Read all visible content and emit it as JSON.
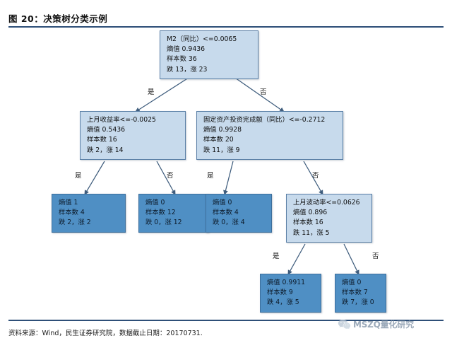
{
  "figure": {
    "title": "图 20：决策树分类示例",
    "source_note": "资料来源：Wind，民生证券研究院，数据截止日期：20170731."
  },
  "watermark": {
    "icon": "wechat-icon",
    "text": "MSZQ量化研究"
  },
  "colors": {
    "rule": "#2e4f78",
    "decision_node_fill": "#c7daec",
    "leaf_node_fill": "#4f8fc4",
    "node_border": "#5a7fa6",
    "edge": "#4a6party"
  },
  "chart_data": {
    "type": "diagram",
    "diagram_kind": "decision-tree",
    "title": "决策树分类示例",
    "labels": {
      "yes": "是",
      "no": "否"
    },
    "nodes": [
      {
        "id": "root",
        "kind": "decision",
        "condition": "M2（同比）<=0.0065",
        "entropy_line": "熵值 0.9436",
        "samples_line": "样本数 36",
        "counts_line": "跌 13，涨 23",
        "entropy": 0.9436,
        "samples": 36,
        "down": 13,
        "up": 23
      },
      {
        "id": "n-left",
        "kind": "decision",
        "condition": "上月收益率<=-0.0025",
        "entropy_line": "熵值 0.5436",
        "samples_line": "样本数 16",
        "counts_line": "跌 2，涨 14",
        "entropy": 0.5436,
        "samples": 16,
        "down": 2,
        "up": 14
      },
      {
        "id": "n-right",
        "kind": "decision",
        "condition": "固定资产投资完成额（同比）<=-0.2712",
        "entropy_line": "熵值 0.9928",
        "samples_line": "样本数 20",
        "counts_line": "跌 11，涨 9",
        "entropy": 0.9928,
        "samples": 20,
        "down": 11,
        "up": 9
      },
      {
        "id": "leaf-1",
        "kind": "leaf",
        "entropy_line": "熵值 1",
        "samples_line": "样本数 4",
        "counts_line": "跌 2，涨 2",
        "entropy": 1,
        "samples": 4,
        "down": 2,
        "up": 2
      },
      {
        "id": "leaf-2",
        "kind": "leaf",
        "entropy_line": "熵值 0",
        "samples_line": "样本数 12",
        "counts_line": "跌 0，涨 12",
        "entropy": 0,
        "samples": 12,
        "down": 0,
        "up": 12
      },
      {
        "id": "leaf-3",
        "kind": "leaf",
        "entropy_line": "熵值 0",
        "samples_line": "样本数 4",
        "counts_line": "跌 0，涨 4",
        "entropy": 0,
        "samples": 4,
        "down": 0,
        "up": 4
      },
      {
        "id": "n-vol",
        "kind": "decision",
        "condition": "上月波动率<=0.0626",
        "entropy_line": "熵值 0.896",
        "samples_line": "样本数 16",
        "counts_line": "跌 11，涨 5",
        "entropy": 0.896,
        "samples": 16,
        "down": 11,
        "up": 5
      },
      {
        "id": "leaf-4",
        "kind": "leaf",
        "entropy_line": "熵值 0.9911",
        "samples_line": "样本数 9",
        "counts_line": "跌 4，涨 5",
        "entropy": 0.9911,
        "samples": 9,
        "down": 4,
        "up": 5
      },
      {
        "id": "leaf-5",
        "kind": "leaf",
        "entropy_line": "熵值 0",
        "samples_line": "样本数 7",
        "counts_line": "跌 7，涨 0",
        "entropy": 0,
        "samples": 7,
        "down": 7,
        "up": 0
      }
    ],
    "edges": [
      {
        "from": "root",
        "to": "n-left",
        "label": "是"
      },
      {
        "from": "root",
        "to": "n-right",
        "label": "否"
      },
      {
        "from": "n-left",
        "to": "leaf-1",
        "label": "是"
      },
      {
        "from": "n-left",
        "to": "leaf-2",
        "label": "否"
      },
      {
        "from": "n-right",
        "to": "leaf-3",
        "label": "是"
      },
      {
        "from": "n-right",
        "to": "n-vol",
        "label": "否"
      },
      {
        "from": "n-vol",
        "to": "leaf-4",
        "label": "是"
      },
      {
        "from": "n-vol",
        "to": "leaf-5",
        "label": "否"
      }
    ]
  }
}
